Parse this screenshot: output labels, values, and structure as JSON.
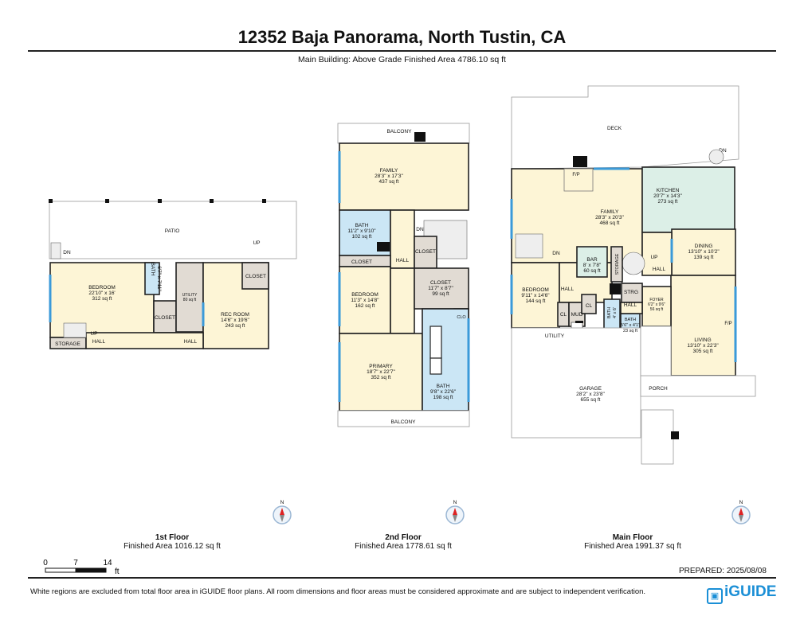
{
  "title": "12352 Baja Panorama, North Tustin, CA",
  "subtitle": "Main Building: Above Grade Finished Area 4786.10 sq ft",
  "floors": [
    {
      "name": "1st Floor",
      "area": "Finished Area 1016.12 sq ft"
    },
    {
      "name": "2nd Floor",
      "area": "Finished Area 1778.61 sq ft"
    },
    {
      "name": "Main Floor",
      "area": "Finished Area 1991.37 sq ft"
    }
  ],
  "scale": {
    "ticks": [
      "0",
      "7",
      "14"
    ],
    "unit": "ft"
  },
  "prepared": "PREPARED: 2025/08/08",
  "disclaimer": "White regions are excluded from total floor area in iGUIDE floor plans. All room dimensions and floor areas must be considered approximate and are subject to independent verification.",
  "logo": "iGUIDE",
  "compass_label": "N",
  "colors": {
    "yellow": "#fdf5d6",
    "blue": "#cbe6f5",
    "gray": "#e1dbd3",
    "green": "#dcefe7",
    "wall": "#222222",
    "window": "#3b9ad9"
  },
  "rooms": {
    "patio": "PATIO",
    "dn": "DN",
    "up": "UP",
    "f1_bedroom": [
      "BEDROOM",
      "22'10\" x 16'",
      "312 sq ft"
    ],
    "f1_bath": [
      "BATH",
      "6'7\" x 7'11\""
    ],
    "f1_closet1": "CLOSET",
    "f1_utility": [
      "UTILITY",
      "80 sq ft"
    ],
    "f1_rec": [
      "REC ROOM",
      "14'6\" x 19'6\"",
      "243 sq ft"
    ],
    "f1_closet2": "CLOSET",
    "f1_storage": "STORAGE",
    "f1_hall1": "HALL",
    "f1_hall2": "HALL",
    "f2_balcony_top": "BALCONY",
    "f2_family": [
      "FAMILY",
      "28'3\" x 17'3\"",
      "437 sq ft"
    ],
    "f2_bath1": [
      "BATH",
      "11'2\" x 9'10\"",
      "102 sq ft"
    ],
    "f2_dn": "DN",
    "f2_closet_a": "CLOSET",
    "f2_closet_b": "CLOSET",
    "f2_hall": "HALL",
    "f2_closet_big": [
      "CLOSET",
      "11'7\" x 8'7\"",
      "99 sq ft"
    ],
    "f2_bedroom": [
      "BEDROOM",
      "11'3\" x 14'8\"",
      "162 sq ft"
    ],
    "f2_clo": "CLO",
    "f2_primary": [
      "PRIMARY",
      "18'7\" x 22'7\"",
      "352 sq ft"
    ],
    "f2_bath2": [
      "BATH",
      "9'8\" x 22'6\"",
      "198 sq ft"
    ],
    "f2_balcony_bottom": "BALCONY",
    "m_deck": "DECK",
    "m_dn_deck": "DN",
    "m_fp1": "F/P",
    "m_family": [
      "FAMILY",
      "28'3\" x 20'3\"",
      "468 sq ft"
    ],
    "m_kitchen": [
      "KITCHEN",
      "20'7\" x 14'3\"",
      "273 sq ft"
    ],
    "m_dining": [
      "DINING",
      "13'10\" x 10'2\"",
      "139 sq ft"
    ],
    "m_dn": "DN",
    "m_up": "UP",
    "m_bar": [
      "BAR",
      "8' x 7'8\"",
      "60 sq ft"
    ],
    "m_storage": "STORAGE",
    "m_hall1": "HALL",
    "m_hall2": "HALL",
    "m_hall3": "HALL",
    "m_bedroom": [
      "BEDROOM",
      "9'11\" x 14'6\"",
      "144 sq ft"
    ],
    "m_strg": "STRG",
    "m_cl1": "CL",
    "m_cl2": "CL",
    "m_mud": "MUD",
    "m_bath1": [
      "BATH",
      "4' x 6'"
    ],
    "m_bath2": [
      "BATH",
      "5'6\" x 4'1\"",
      "23 sq ft"
    ],
    "m_foyer": [
      "FOYER",
      "6'2\" x 9'6\"",
      "56 sq ft"
    ],
    "m_living": [
      "LIVING",
      "13'10\" x 22'3\"",
      "305 sq ft"
    ],
    "m_fp2": "F/P",
    "m_utility": "UTILITY",
    "m_garage": [
      "GARAGE",
      "28'2\" x 23'8\"",
      "655 sq ft"
    ],
    "m_porch": "PORCH"
  }
}
